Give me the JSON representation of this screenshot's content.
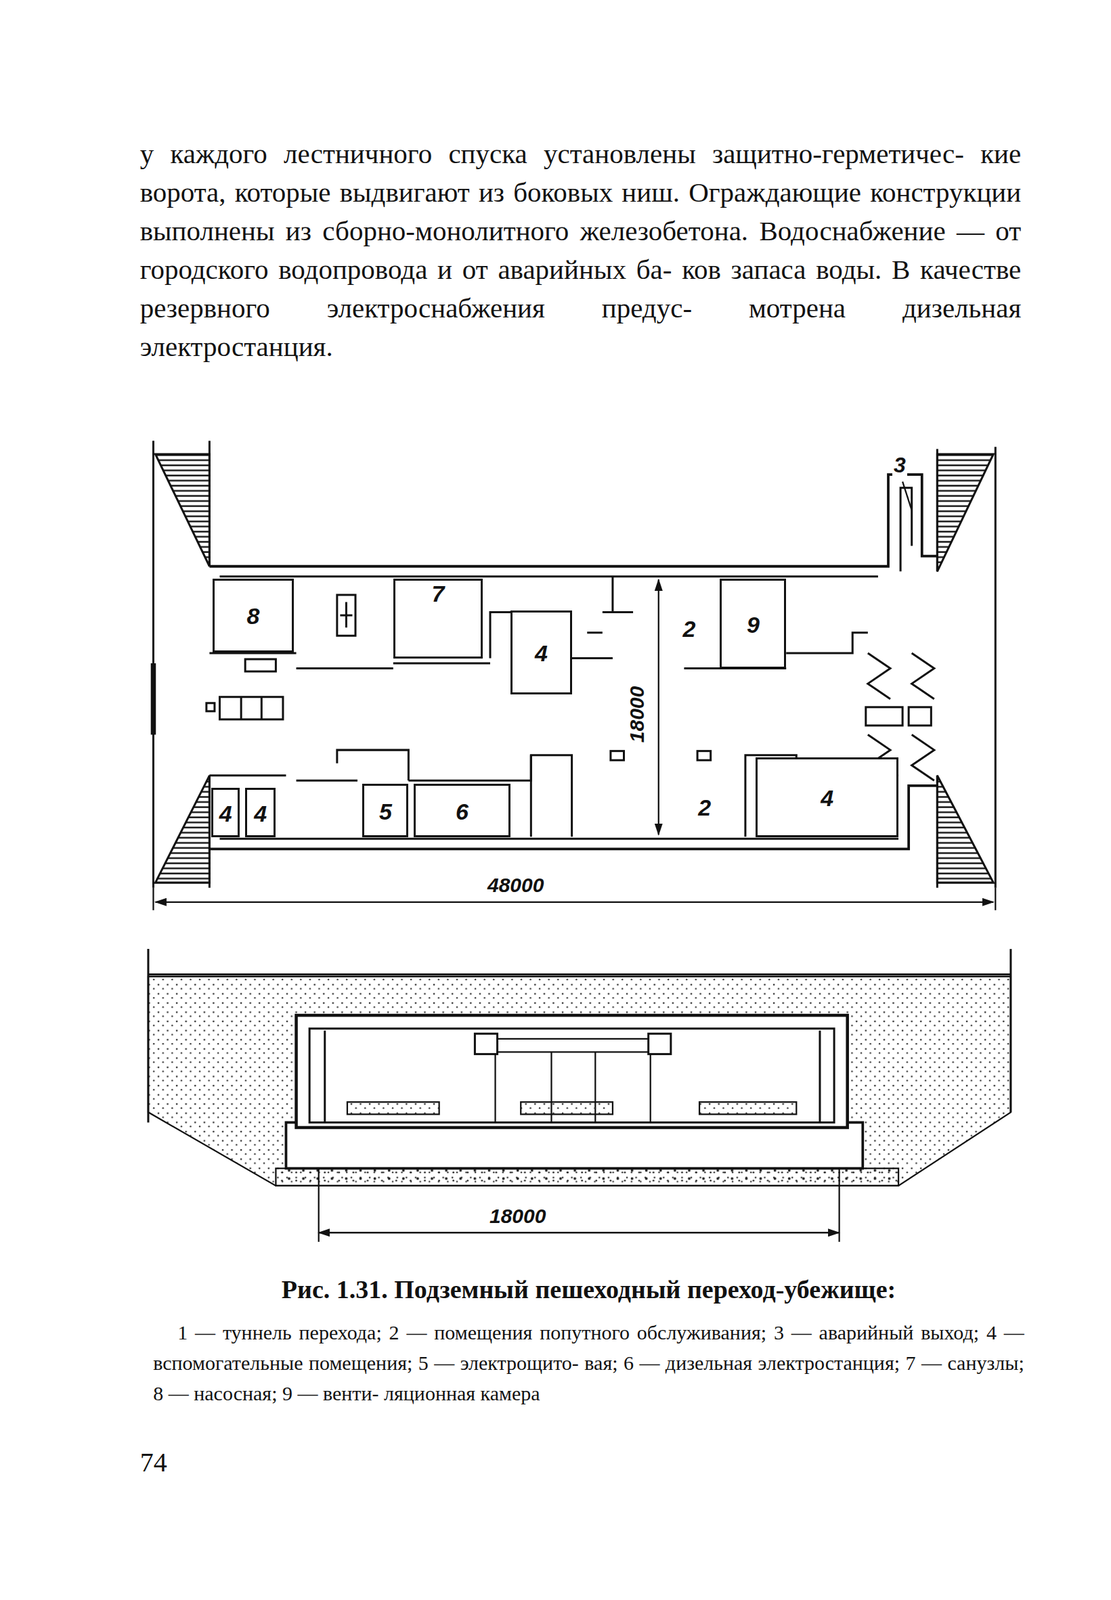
{
  "diagram": {
    "caption": "Рис. 1.31. Подземный пешеходный переход-убежище:",
    "nodes": [
      {
        "text": [
          "8"
        ]
      },
      {
        "text": [
          "7"
        ]
      },
      {
        "text": [
          "4"
        ]
      },
      {
        "text": [
          "2"
        ]
      },
      {
        "text": [
          "9"
        ]
      },
      {
        "text": [
          "4"
        ]
      },
      {
        "text": [
          "4"
        ]
      },
      {
        "text": [
          "5"
        ]
      },
      {
        "text": [
          "6"
        ]
      },
      {
        "text": [
          "2"
        ]
      },
      {
        "text": [
          "4"
        ]
      }
    ],
    "labels": [
      "у каждого лестничного спуска установлены защитно-герметичес- кие ворота, которые выдвигают из боковых ниш. Ограждающие конструкции выполнены из сборно-монолитного железобетона. Водоснабжение — от городского водопровода и от аварийных ба- ков запаса воды. В качестве резервного электроснабжения предус- мотрена дизельная электростанция.",
      "3",
      "18000",
      "48000",
      "18000",
      "1 — туннель перехода; 2 — помещения попутного обслуживания; 3 — аварийный выход; 4 — вспомогательные помещения; 5 — электрощито- вая; 6 — дизельная электростанция; 7 — санузлы; 8 — насосная; 9 — венти- ляционная камера",
      "74"
    ]
  }
}
